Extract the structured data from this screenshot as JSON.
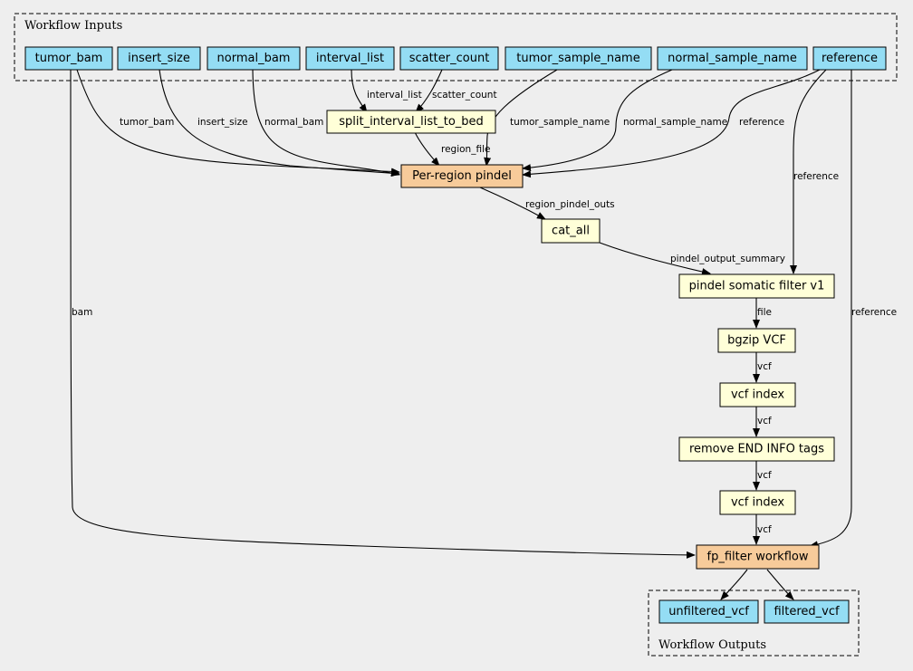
{
  "inputs_cluster": {
    "label": "Workflow Inputs"
  },
  "outputs_cluster": {
    "label": "Workflow Outputs"
  },
  "colors": {
    "background": "#eeeeee",
    "input_node": "#94ddf4",
    "step_node": "#ffffd8",
    "subworkflow_node": "#f7cb9a"
  },
  "nodes": {
    "tumor_bam": "tumor_bam",
    "insert_size": "insert_size",
    "normal_bam": "normal_bam",
    "interval_list": "interval_list",
    "scatter_count": "scatter_count",
    "tumor_sample_name": "tumor_sample_name",
    "normal_sample_name": "normal_sample_name",
    "reference": "reference",
    "split_interval_list_to_bed": "split_interval_list_to_bed",
    "per_region_pindel": "Per-region pindel",
    "cat_all": "cat_all",
    "pindel_somatic_filter": "pindel somatic filter v1",
    "bgzip_vcf": "bgzip VCF",
    "vcf_index_1": "vcf index",
    "remove_end_info_tags": "remove END INFO tags",
    "vcf_index_2": "vcf index",
    "fp_filter_workflow": "fp_filter workflow",
    "unfiltered_vcf": "unfiltered_vcf",
    "filtered_vcf": "filtered_vcf"
  },
  "edges": {
    "interval_list": "interval_list",
    "scatter_count": "scatter_count",
    "tumor_bam": "tumor_bam",
    "insert_size": "insert_size",
    "normal_bam": "normal_bam",
    "region_file": "region_file",
    "tumor_sample_name": "tumor_sample_name",
    "normal_sample_name": "normal_sample_name",
    "reference_pindel": "reference",
    "region_pindel_outs": "region_pindel_outs",
    "pindel_output_summary": "pindel_output_summary",
    "reference_filter": "reference",
    "file": "file",
    "vcf_1": "vcf",
    "vcf_2": "vcf",
    "vcf_3": "vcf",
    "vcf_4": "vcf",
    "bam": "bam",
    "reference_fp": "reference"
  }
}
